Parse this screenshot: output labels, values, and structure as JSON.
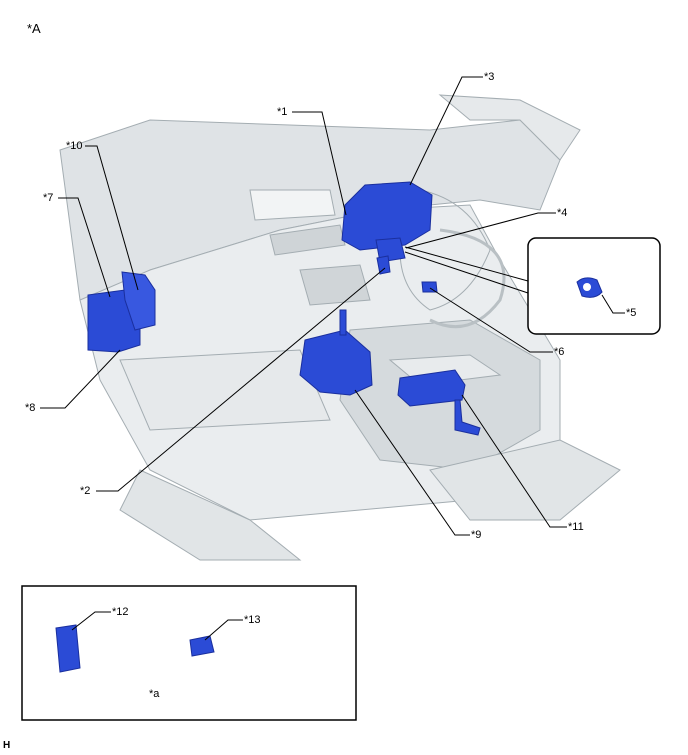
{
  "diagram": {
    "view_label": "*A",
    "inset_label": "*a",
    "corner_mark": "H",
    "callouts": {
      "c1": "*1",
      "c2": "*2",
      "c3": "*3",
      "c4": "*4",
      "c5": "*5",
      "c6": "*6",
      "c7": "*7",
      "c8": "*8",
      "c9": "*9",
      "c10": "*10",
      "c11": "*11",
      "c12": "*12",
      "c13": "*13"
    }
  },
  "colors": {
    "component_blue": "#2b4bd6",
    "component_dark": "#1a2f9e",
    "interior_gray": "#d9dde0",
    "interior_line": "#9aa3a8",
    "leader": "#000000"
  }
}
